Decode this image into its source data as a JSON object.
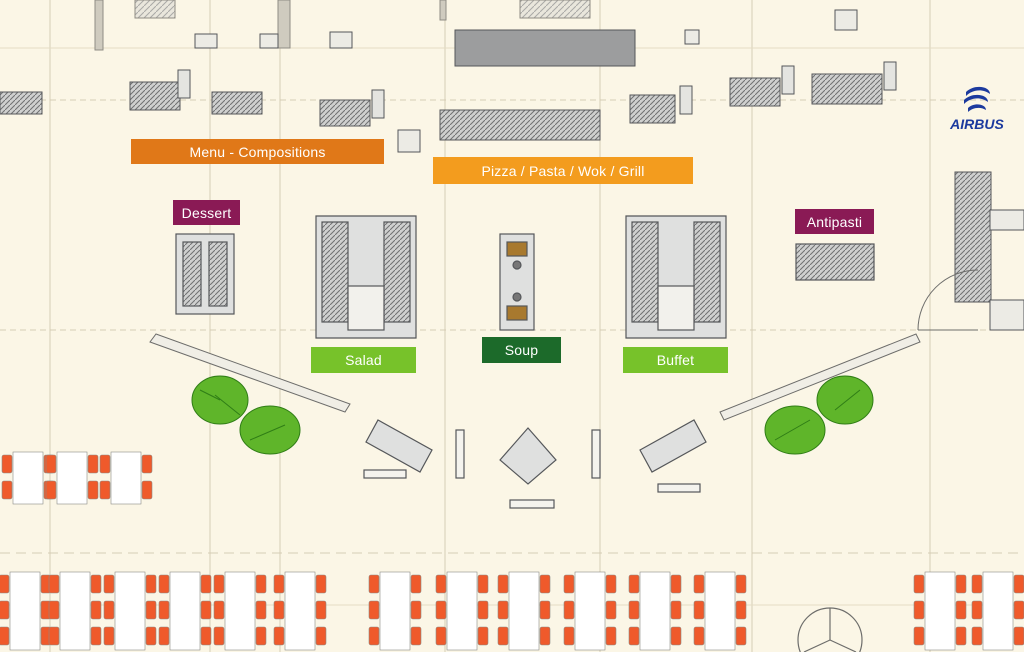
{
  "colors": {
    "background": "#fbf6e6",
    "orange_dark": "#e07818",
    "orange_light": "#f39c1e",
    "burgundy": "#8a1a55",
    "green_light": "#77c22a",
    "green_dark": "#1c6a2a",
    "seat": "#ef5a2b",
    "table": "#ffffff",
    "plant": "#5fb52a",
    "equipment": "#8d8f91",
    "brand": "#1c3a9e"
  },
  "brand": {
    "name": "AIRBUS",
    "icon": "airbus-swirl-logo"
  },
  "zones": {
    "menu": "Menu - Compositions",
    "pizza": "Pizza / Pasta / Wok / Grill",
    "dessert": "Dessert",
    "antipasti": "Antipasti",
    "salad": "Salad",
    "soup": "Soup",
    "buffet": "Buffet"
  }
}
